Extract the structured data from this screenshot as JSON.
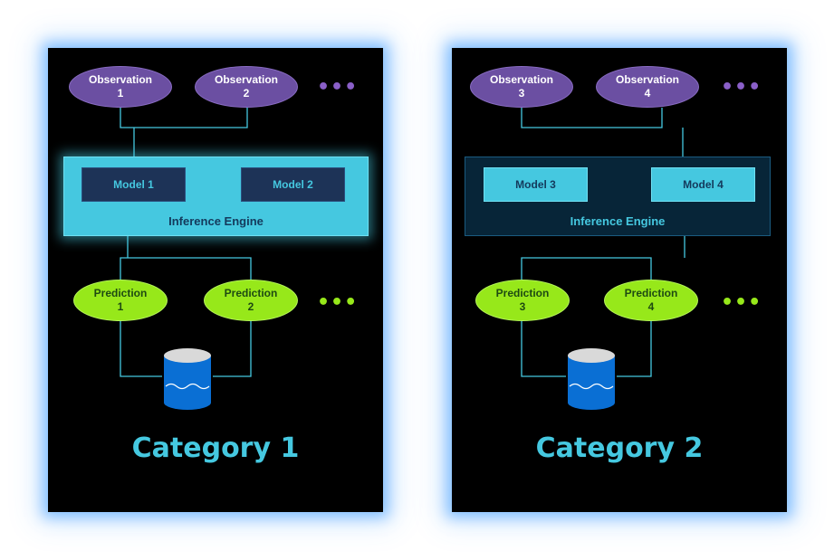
{
  "panels": [
    {
      "observations": [
        {
          "title": "Observation",
          "num": "1"
        },
        {
          "title": "Observation",
          "num": "2"
        }
      ],
      "models": [
        "Model 1",
        "Model 2"
      ],
      "engine_label": "Inference Engine",
      "predictions": [
        {
          "title": "Prediction",
          "num": "1"
        },
        {
          "title": "Prediction",
          "num": "2"
        }
      ],
      "more_symbol": "•••",
      "category": "Category 1"
    },
    {
      "observations": [
        {
          "title": "Observation",
          "num": "3"
        },
        {
          "title": "Observation",
          "num": "4"
        }
      ],
      "models": [
        "Model 3",
        "Model 4"
      ],
      "engine_label": "Inference Engine",
      "predictions": [
        {
          "title": "Prediction",
          "num": "3"
        },
        {
          "title": "Prediction",
          "num": "4"
        }
      ],
      "more_symbol": "•••",
      "category": "Category 2"
    }
  ],
  "colors": {
    "panel_bg": "#000000",
    "glow": "#409cff",
    "observation": "#6b4fa2",
    "prediction": "#97e81a",
    "engine_active": "#45c8e0",
    "engine_inactive": "#072538",
    "model_dark": "#1d3357",
    "wire": "#45c8e0",
    "database": "#0a6fd4",
    "category_text": "#45c8e0"
  },
  "icons": {
    "database": "database-cylinder-icon"
  }
}
